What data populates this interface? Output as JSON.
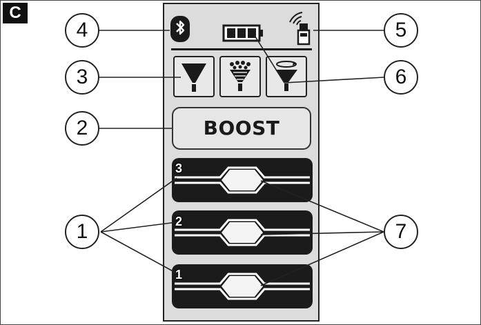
{
  "figure": {
    "letter": "C"
  },
  "callouts": {
    "c1": "1",
    "c2": "2",
    "c3": "3",
    "c4": "4",
    "c5": "5",
    "c6": "6",
    "c7": "7"
  },
  "panel": {
    "boost_label": "BOOST",
    "levels": [
      "3",
      "2",
      "1"
    ],
    "icons": [
      "bluetooth-icon",
      "battery-icon",
      "signal-icon",
      "flashlight-icon",
      "spot-beam-icon",
      "flood-beam-icon",
      "adjustable-beam-icon"
    ]
  },
  "colors": {
    "panel": "#dcdcdc",
    "button_dark": "#1b1b1b",
    "line": "#222222"
  }
}
